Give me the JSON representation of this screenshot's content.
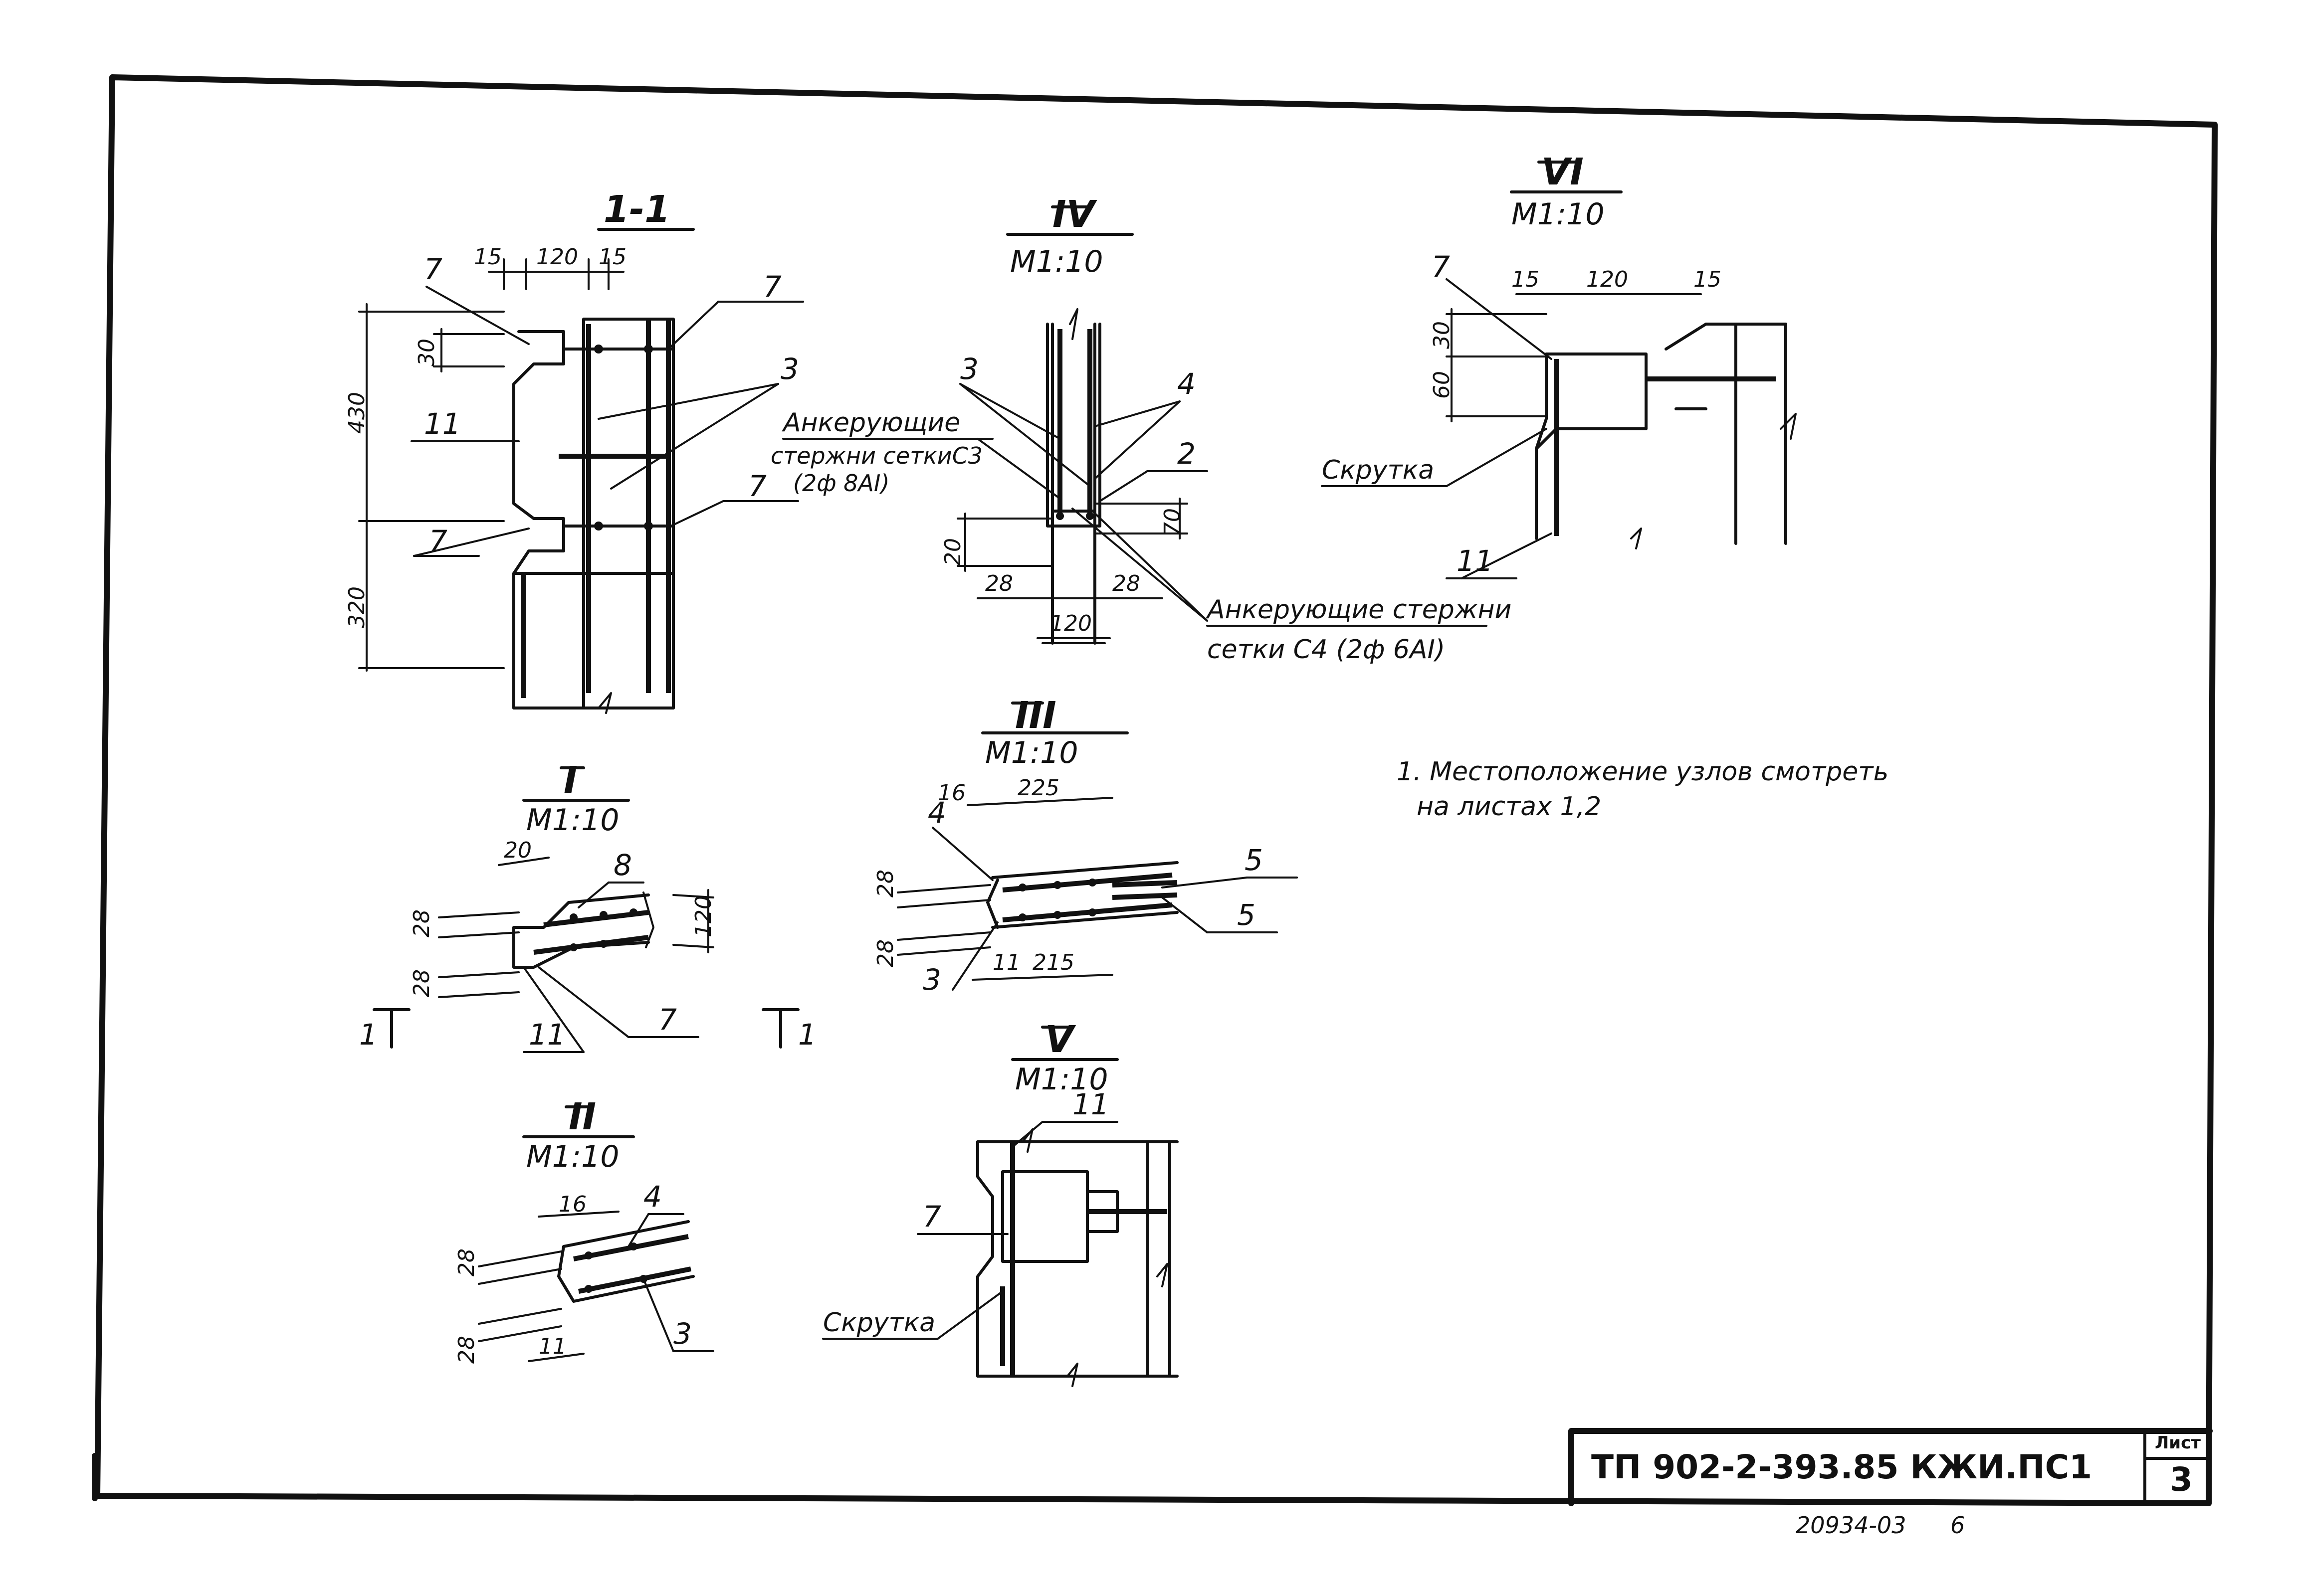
{
  "section_1_1": {
    "title": "1-1",
    "dims": {
      "d15a": "15",
      "d120": "120",
      "d15b": "15",
      "d30": "30",
      "d430": "430",
      "d320": "320"
    },
    "positions": {
      "p7a": "7",
      "p7b": "7",
      "p7c": "7",
      "p7d": "7",
      "p11": "11",
      "p3": "3"
    }
  },
  "node_IV": {
    "title": "IV",
    "scale": "M1:10",
    "positions": {
      "p3": "3",
      "p4": "4",
      "p2": "2"
    },
    "label_a_line1": "Анкерующие",
    "label_a_line2": "стержни сеткиС3",
    "label_a_line3": "(2ф 8АI)",
    "label_b_line1": "Анкерующие стержни",
    "label_b_line2": "сетки С4 (2ф 6АI)",
    "dims": {
      "d20": "20",
      "d70": "70",
      "d28a": "28",
      "d28b": "28",
      "d120": "120"
    }
  },
  "node_VI": {
    "title": "VI",
    "scale": "M1:10",
    "dims": {
      "d15a": "15",
      "d120": "120",
      "d15b": "15",
      "d30": "30",
      "d60": "60"
    },
    "positions": {
      "p7": "7",
      "p11": "11"
    },
    "twist_label": "Скрутка"
  },
  "node_I": {
    "title": "I",
    "scale": "M1:10",
    "dims": {
      "d20": "20",
      "d28a": "28",
      "d28b": "28",
      "d120": "120"
    },
    "positions": {
      "p8": "8",
      "p7": "7",
      "p11": "11"
    },
    "cut_left": "1",
    "cut_right": "1"
  },
  "node_III": {
    "title": "III",
    "scale": "M1:10",
    "dims": {
      "d16": "16",
      "d225": "225",
      "d28a": "28",
      "d28b": "28",
      "d215": "215"
    },
    "positions": {
      "p4": "4",
      "p3": "3",
      "p11": "11",
      "p5a": "5",
      "p5b": "5"
    }
  },
  "node_II": {
    "title": "II",
    "scale": "M1:10",
    "dims": {
      "d16": "16",
      "d28a": "28",
      "d28b": "28"
    },
    "positions": {
      "p4": "4",
      "p3": "3",
      "p11": "11"
    }
  },
  "node_V": {
    "title": "V",
    "scale": "M1:10",
    "positions": {
      "p11": "11",
      "p7": "7"
    },
    "twist_label": "Скрутка"
  },
  "note": {
    "line1": "1. Местоположение узлов смотреть",
    "line2": "на листах 1,2"
  },
  "title_block": {
    "code": "ТП 902-2-393.85   КЖИ.ПС1",
    "sheet_label": "Лист",
    "sheet_number": "3",
    "archive_number": "20934-03",
    "page": "6"
  }
}
